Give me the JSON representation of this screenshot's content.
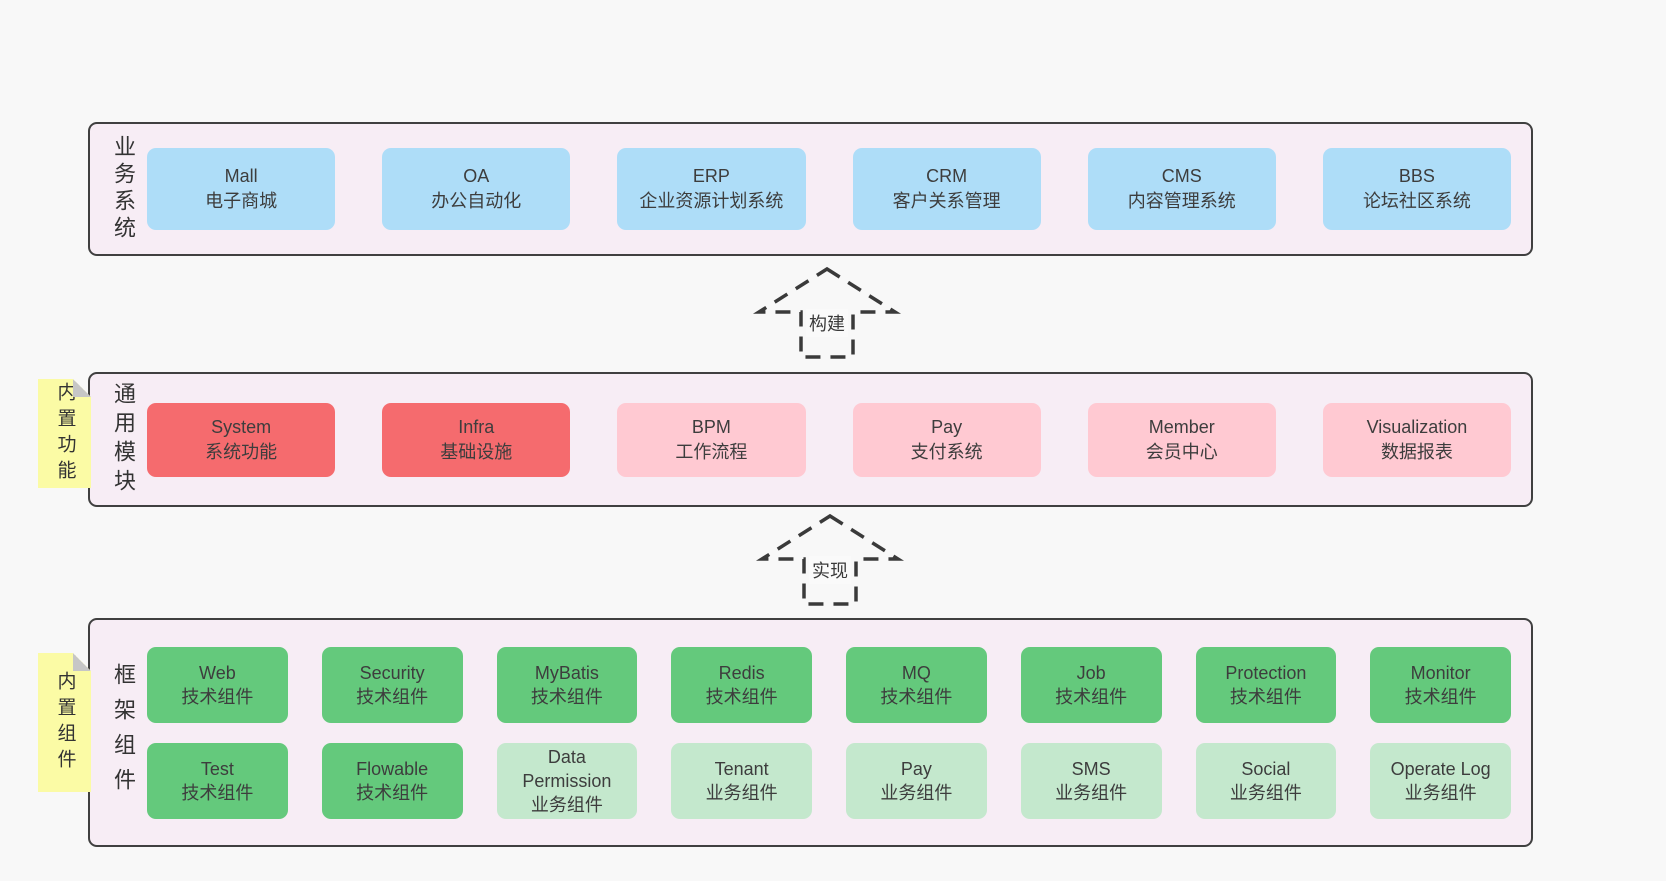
{
  "colors": {
    "page_bg": "#f8f8f8",
    "panel_bg": "#f7edf5",
    "panel_border": "#404040",
    "blue": "#aeddf8",
    "red": "#f56b6e",
    "pink": "#ffc9d2",
    "green": "#64c97c",
    "lightgreen": "#c4e8cd",
    "yellow": "#fbfba5",
    "fold_gray": "#c6c6c6",
    "text": "#3d3d3d"
  },
  "arrows": [
    {
      "label": "构建"
    },
    {
      "label": "实现"
    }
  ],
  "sections": [
    {
      "id": "business",
      "side_label": "业务系统",
      "rows": [
        [
          {
            "lines": [
              "Mall",
              "电子商城"
            ],
            "color": "blue"
          },
          {
            "lines": [
              "OA",
              "办公自动化"
            ],
            "color": "blue"
          },
          {
            "lines": [
              "ERP",
              "企业资源计划系统"
            ],
            "color": "blue"
          },
          {
            "lines": [
              "CRM",
              "客户关系管理"
            ],
            "color": "blue"
          },
          {
            "lines": [
              "CMS",
              "内容管理系统"
            ],
            "color": "blue"
          },
          {
            "lines": [
              "BBS",
              "论坛社区系统"
            ],
            "color": "blue"
          }
        ]
      ]
    },
    {
      "id": "modules",
      "side_label": "通用模块",
      "tab_label": "内置功能",
      "rows": [
        [
          {
            "lines": [
              "System",
              "系统功能"
            ],
            "color": "red"
          },
          {
            "lines": [
              "Infra",
              "基础设施"
            ],
            "color": "red"
          },
          {
            "lines": [
              "BPM",
              "工作流程"
            ],
            "color": "pink"
          },
          {
            "lines": [
              "Pay",
              "支付系统"
            ],
            "color": "pink"
          },
          {
            "lines": [
              "Member",
              "会员中心"
            ],
            "color": "pink"
          },
          {
            "lines": [
              "Visualization",
              "数据报表"
            ],
            "color": "pink"
          }
        ]
      ]
    },
    {
      "id": "components",
      "side_label": "框架组件",
      "tab_label": "内置组件",
      "rows": [
        [
          {
            "lines": [
              "Web",
              "技术组件"
            ],
            "color": "green"
          },
          {
            "lines": [
              "Security",
              "技术组件"
            ],
            "color": "green"
          },
          {
            "lines": [
              "MyBatis",
              "技术组件"
            ],
            "color": "green"
          },
          {
            "lines": [
              "Redis",
              "技术组件"
            ],
            "color": "green"
          },
          {
            "lines": [
              "MQ",
              "技术组件"
            ],
            "color": "green"
          },
          {
            "lines": [
              "Job",
              "技术组件"
            ],
            "color": "green"
          },
          {
            "lines": [
              "Protection",
              "技术组件"
            ],
            "color": "green"
          },
          {
            "lines": [
              "Monitor",
              "技术组件"
            ],
            "color": "green"
          }
        ],
        [
          {
            "lines": [
              "Test",
              "技术组件"
            ],
            "color": "green"
          },
          {
            "lines": [
              "Flowable",
              "技术组件"
            ],
            "color": "green"
          },
          {
            "lines": [
              "Data",
              "Permission",
              "业务组件"
            ],
            "color": "lightgreen"
          },
          {
            "lines": [
              "Tenant",
              "业务组件"
            ],
            "color": "lightgreen"
          },
          {
            "lines": [
              "Pay",
              "业务组件"
            ],
            "color": "lightgreen"
          },
          {
            "lines": [
              "SMS",
              "业务组件"
            ],
            "color": "lightgreen"
          },
          {
            "lines": [
              "Social",
              "业务组件"
            ],
            "color": "lightgreen"
          },
          {
            "lines": [
              "Operate Log",
              "业务组件"
            ],
            "color": "lightgreen"
          }
        ]
      ]
    }
  ]
}
